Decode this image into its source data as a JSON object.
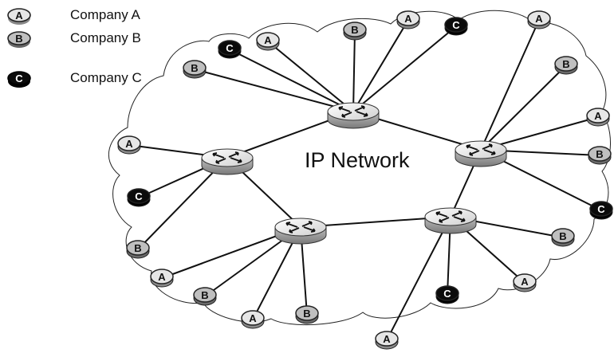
{
  "title": "IP Network",
  "legend": {
    "items": [
      {
        "id": "A",
        "label": "Company A",
        "fill": "#e6e6e6",
        "text": "#111111"
      },
      {
        "id": "B",
        "label": "Company B",
        "fill": "#bfbfbf",
        "text": "#111111"
      },
      {
        "id": "C",
        "label": "Company C",
        "fill": "#0b0b0b",
        "text": "#ffffff"
      }
    ]
  },
  "routers": [
    {
      "id": "R1"
    },
    {
      "id": "R2"
    },
    {
      "id": "R3"
    },
    {
      "id": "R4"
    },
    {
      "id": "R5"
    }
  ],
  "backbone_links": [
    [
      "R1",
      "R2"
    ],
    [
      "R1",
      "R3"
    ],
    [
      "R2",
      "R4"
    ],
    [
      "R4",
      "R5"
    ],
    [
      "R3",
      "R5"
    ]
  ],
  "nodes": [
    {
      "id": "n1",
      "company": "C",
      "label": "C",
      "router": "R1"
    },
    {
      "id": "n2",
      "company": "A",
      "label": "A",
      "router": "R1"
    },
    {
      "id": "n3",
      "company": "B",
      "label": "B",
      "router": "R1"
    },
    {
      "id": "n4",
      "company": "A",
      "label": "A",
      "router": "R1"
    },
    {
      "id": "n5",
      "company": "C",
      "label": "C",
      "router": "R1"
    },
    {
      "id": "n6",
      "company": "B",
      "label": "B",
      "router": "R1"
    },
    {
      "id": "n7",
      "company": "A",
      "label": "A",
      "router": "R3"
    },
    {
      "id": "n8",
      "company": "B",
      "label": "B",
      "router": "R3"
    },
    {
      "id": "n9",
      "company": "A",
      "label": "A",
      "router": "R3"
    },
    {
      "id": "n10",
      "company": "B",
      "label": "B",
      "router": "R3"
    },
    {
      "id": "n11",
      "company": "C",
      "label": "C",
      "router": "R3"
    },
    {
      "id": "n12",
      "company": "A",
      "label": "A",
      "router": "R2"
    },
    {
      "id": "n13",
      "company": "C",
      "label": "C",
      "router": "R2"
    },
    {
      "id": "n14",
      "company": "B",
      "label": "B",
      "router": "R2"
    },
    {
      "id": "n15",
      "company": "A",
      "label": "A",
      "router": "R4"
    },
    {
      "id": "n16",
      "company": "B",
      "label": "B",
      "router": "R4"
    },
    {
      "id": "n17",
      "company": "A",
      "label": "A",
      "router": "R4"
    },
    {
      "id": "n18",
      "company": "B",
      "label": "B",
      "router": "R4"
    },
    {
      "id": "n19",
      "company": "B",
      "label": "B",
      "router": "R5"
    },
    {
      "id": "n20",
      "company": "A",
      "label": "A",
      "router": "R5"
    },
    {
      "id": "n21",
      "company": "C",
      "label": "C",
      "router": "R5"
    },
    {
      "id": "n22",
      "company": "A",
      "label": "A",
      "router": "R5"
    }
  ]
}
